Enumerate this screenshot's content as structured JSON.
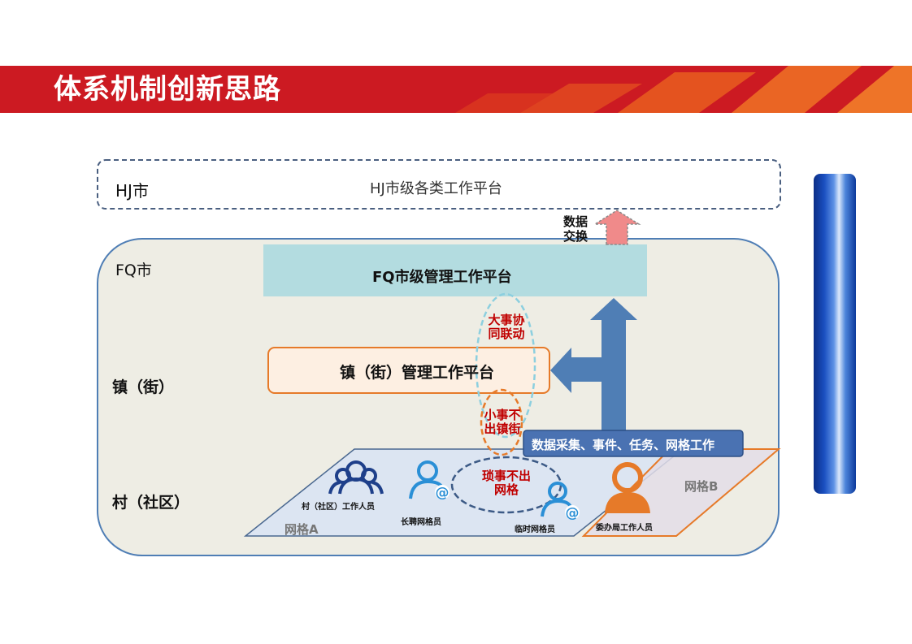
{
  "slide": {
    "title": "体系机制创新思路"
  },
  "diagram": {
    "hj": {
      "level_label": "HJ市",
      "platform": "HJ市级各类工作平台"
    },
    "data_exchange": "数据\n交换",
    "fq": {
      "level_label": "FQ市",
      "platform": "FQ市级管理工作平台"
    },
    "town": {
      "level_label": "镇（街）",
      "platform": "镇（街）管理工作平台"
    },
    "village": {
      "level_label": "村（社区）"
    },
    "annotations": {
      "major": "大事协\n同联动",
      "minor": "小事不\n出镇街",
      "trivial": "琐事不出\n网格"
    },
    "collection_label": "数据采集、事件、任务、网格工作",
    "grid_a": "网格A",
    "grid_b": "网格B",
    "people": [
      {
        "label": "村（社区）工作人员"
      },
      {
        "label": "长聘网格员"
      },
      {
        "label": "临时网格员"
      },
      {
        "label": "委办局工作人员"
      }
    ]
  },
  "colors": {
    "banner_red": "#cc1a22",
    "banner_orange": "#e8531c",
    "arrow_blue": "#4f7eb5",
    "region_fill": "#eeede4",
    "fq_platform": "#b3dce0",
    "town_platform_border": "#e67a29",
    "accent_red": "#c00000"
  }
}
